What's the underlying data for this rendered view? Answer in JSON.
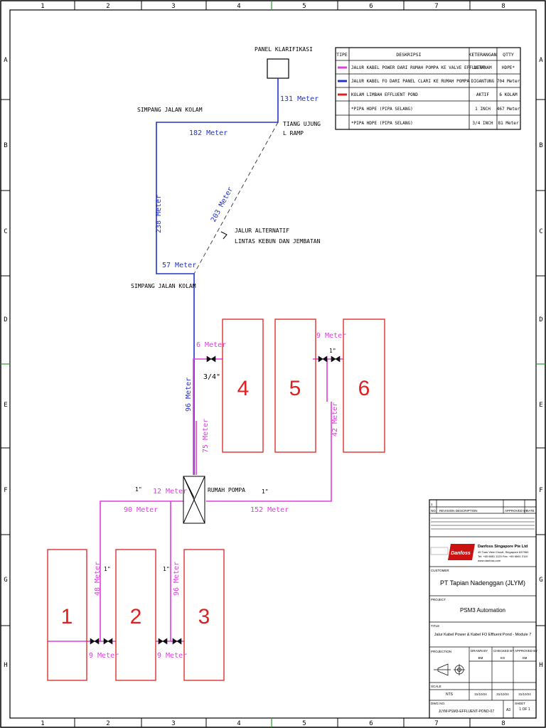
{
  "colors": {
    "power": "#e23be2",
    "fo": "#2233cc",
    "pond": "#e02020",
    "frame": "#000000",
    "brand_red": "#cc1111"
  },
  "grid": {
    "columns": [
      "1",
      "2",
      "3",
      "4",
      "5",
      "6",
      "7",
      "8"
    ],
    "rows": [
      "A",
      "B",
      "C",
      "D",
      "E",
      "F",
      "G",
      "H"
    ]
  },
  "labels": {
    "panel": "PANEL KLARIFIKASI",
    "simpang_top": "SIMPANG JALAN KOLAM",
    "simpang_bottom": "SIMPANG JALAN KOLAM",
    "tiang_1": "TIANG UJUNG",
    "tiang_2": "L RAMP",
    "alt_1": "JALUR ALTERNATIF",
    "alt_2": "LINTAS KEBUN DAN JEMBATAN",
    "rumah_pompa": "RUMAH POMPA"
  },
  "distances": {
    "m131": "131 Meter",
    "m182": "182 Meter",
    "m238": "238 Meter",
    "m203": "203 Meter",
    "m57": "57 Meter",
    "m96_fo": "96 Meter",
    "m6": "6 Meter",
    "m9_top": "9 Meter",
    "m75": "75 Meter",
    "m42": "42 Meter",
    "m12": "12 Meter",
    "m90": "90 Meter",
    "m152": "152 Meter",
    "m48": "48 Meter",
    "m96_pw": "96 Meter",
    "m9_a": "9 Meter",
    "m9_b": "9 Meter"
  },
  "pipe_sizes": {
    "p_1_top": "1\"",
    "p_34": "3/4\"",
    "p_1_left": "1\"",
    "p_1_right": "1\"",
    "p_1_k1": "1\"",
    "p_1_k2": "1\""
  },
  "ponds": [
    "1",
    "2",
    "3",
    "4",
    "5",
    "6"
  ],
  "legend": {
    "headers": [
      "TIPE",
      "DESKRIPSI",
      "KETERANGAN",
      "QTTY"
    ],
    "rows": [
      {
        "desc": "JALUR KABEL POWER DARI RUMAH POMPA KE VALVE EFFLUENT",
        "ket": "DITANAM",
        "qty": "HDPE*"
      },
      {
        "desc": "JALUR KABEL FO DARI PANEL CLARI KE RUMAH POMPA",
        "ket": "DIGANTUNG",
        "qty": "704 Meter"
      },
      {
        "desc": "KOLAM LIMBAH EFFLUENT POND",
        "ket": "AKTIF",
        "qty": "6 KOLAM"
      },
      {
        "desc": "*PIPA HDPE (PIPA SELANG)",
        "ket": "1 INCH",
        "qty": "467 Meter"
      },
      {
        "desc": "*PIPA HDPE (PIPA SELANG)",
        "ket": "3/4 INCH",
        "qty": "81 Meter"
      }
    ]
  },
  "titleblock": {
    "rev_no": "1",
    "headers": [
      "NO.",
      "REVISION DESCRIPTION",
      "APPROVED BY",
      "DATE"
    ],
    "company": "Danfoss Singapore Pte Ltd",
    "addr1": "45 Tuas View Circuit, Singapore 637960",
    "addr2": "Tel: +65 6661 1120  Fax: +65 6661 2110",
    "addr3": "www.danfoss.com",
    "logo": "Danfoss",
    "customer_label": "CUSTOMER",
    "customer": "PT Tapian Nadenggan (JLYM)",
    "project_label": "PROJECT",
    "project": "PSM3 Automation",
    "title_label": "TITLE",
    "title": "Jalur Kabel Power & Kabel FO Effluent Pond - Module 7",
    "projection_label": "PROJECTION",
    "drawn_label": "DRAWN BY",
    "checked_label": "CHECKED BY",
    "approved_label": "APPROVED BY",
    "drawn": "BM",
    "checked": "KG",
    "approved": "SM",
    "scale_label": "SCALE",
    "scale": "NTS",
    "date1": "31/10/24",
    "date2": "31/10/24",
    "date3": "31/10/24",
    "dwg_label": "DWG NO.",
    "dwg_no": "JLYM-PSM3-EFFLUENT-POND-07",
    "size": "A3",
    "sheet_label": "SHEET",
    "sheet": "1 OF 1"
  }
}
